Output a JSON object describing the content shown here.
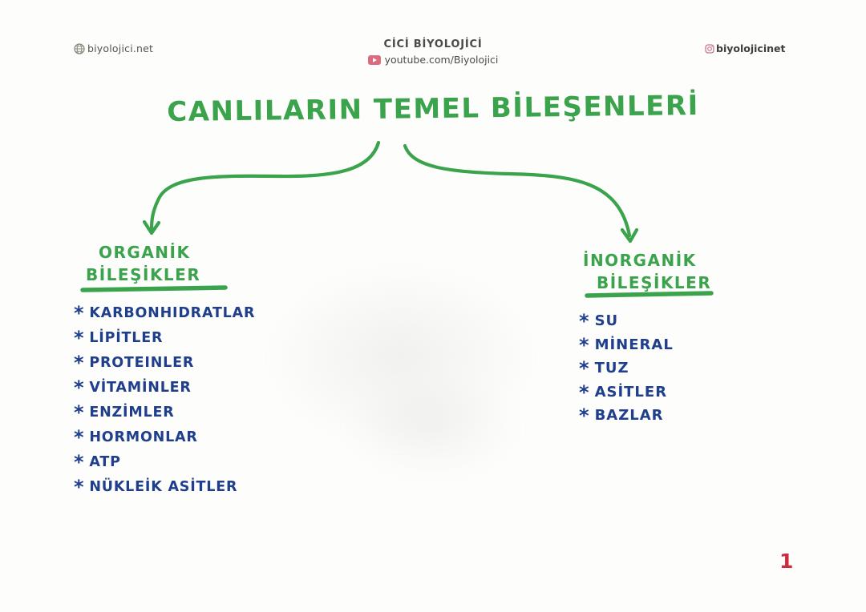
{
  "header": {
    "website_label": "biyolojici.net",
    "channel_name": "CİCİ BİYOLOJİCİ",
    "youtube_handle": "youtube.com/Biyolojici",
    "instagram_handle": "biyolojicinet"
  },
  "title": "CANLILARIN TEMEL BİLEŞENLERİ",
  "bullet": "*",
  "branches": [
    {
      "heading_line1": "ORGANİK",
      "heading_line2": "BİLEŞİKLER",
      "items": [
        "KARBONHIDRATLAR",
        "LİPİTLER",
        "PROTEINLER",
        "VİTAMİNLER",
        "ENZİMLER",
        "HORMONLAR",
        "ATP",
        "NÜKLEİK ASİTLER"
      ]
    },
    {
      "heading_line1": "İNORGANİK",
      "heading_line2": "BİLEŞİKLER",
      "items": [
        "SU",
        "MİNERAL",
        "TUZ",
        "ASİTLER",
        "BAZLAR"
      ]
    }
  ],
  "page_number": "1",
  "colors": {
    "marker_green": "#3aa34c",
    "pen_blue": "#1f3e8c",
    "page_number_red": "#cf2b3d",
    "header_text": "#4a4a48",
    "youtube_pink": "#dd6b7f"
  }
}
